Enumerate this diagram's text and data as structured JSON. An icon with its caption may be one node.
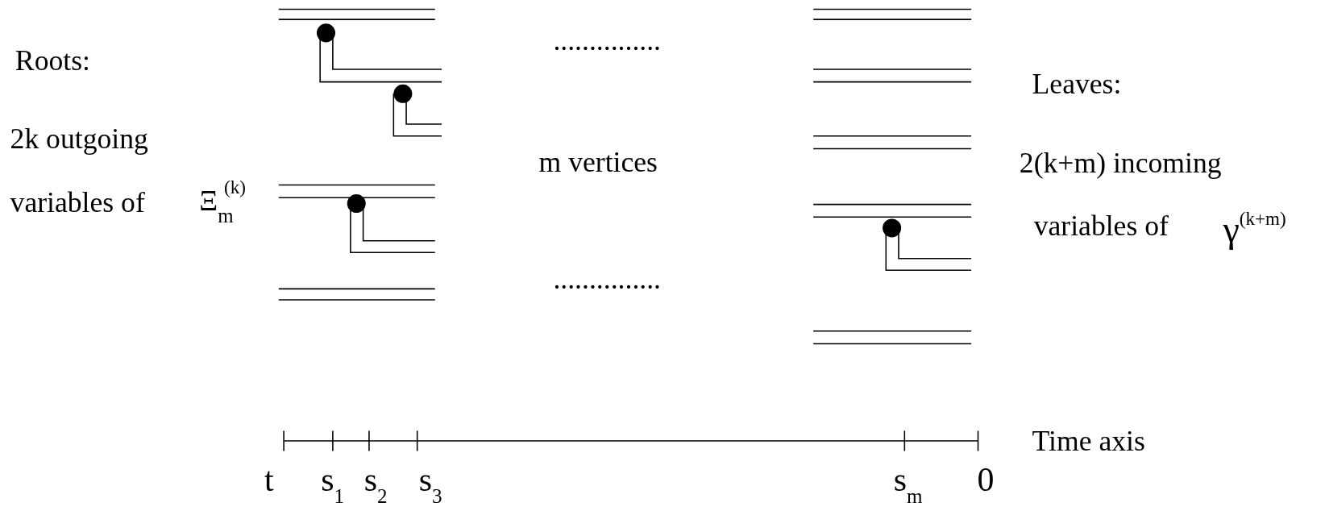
{
  "diagram": {
    "labels": [
      "Roots:",
      "...............",
      "Leaves:",
      "2k outgoing",
      "m vertices",
      "2(k+m) incoming",
      "variables of",
      "Ξ$_{m}$$^{(k)}$",
      "variables of",
      "γ$^{(k+m)}$",
      "...............",
      "Time axis",
      "t",
      "s$_{1}$",
      "s$_{2}$",
      "s$_{3}$",
      "s$_{m}$",
      "0"
    ]
  }
}
